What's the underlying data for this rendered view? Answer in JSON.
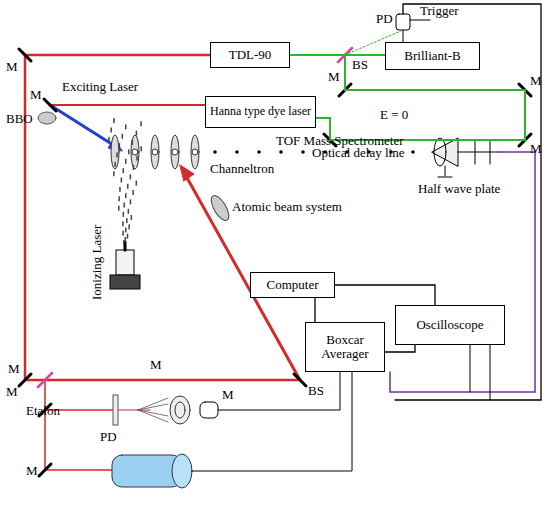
{
  "diagram": {
    "nodes": [
      {
        "text": [
          "TDL-90"
        ]
      },
      {
        "text": [
          "Brilliant-B"
        ]
      },
      {
        "text": [
          "Hanna type dye laser"
        ]
      },
      {
        "text": [
          "Computer"
        ]
      },
      {
        "text": [
          "Boxcar Averager"
        ]
      },
      {
        "text": [
          "Oscilloscope"
        ]
      }
    ],
    "edges": [
      {
        "from": 1,
        "to": 0,
        "arrow": "none"
      },
      {
        "from": 1,
        "to": 2,
        "arrow": "none"
      },
      {
        "from": 3,
        "to": 4,
        "arrow": "none"
      },
      {
        "from": 3,
        "to": 5,
        "arrow": "none"
      },
      {
        "from": 4,
        "to": 5,
        "arrow": "none"
      }
    ],
    "labels": [
      "Trigger",
      "PD",
      "BS",
      "M",
      "M",
      "Exciting Laser",
      "BBO",
      "M",
      "M",
      "M",
      "Optical delay line",
      "E = 0",
      "TOF Mass Spectrometer",
      "Channeltron",
      "Half wave plate",
      "Atomic beam system",
      "Ionizing Laser",
      "M",
      "M",
      "BS",
      "M",
      "Etalon",
      "PD",
      "M",
      "M"
    ]
  }
}
